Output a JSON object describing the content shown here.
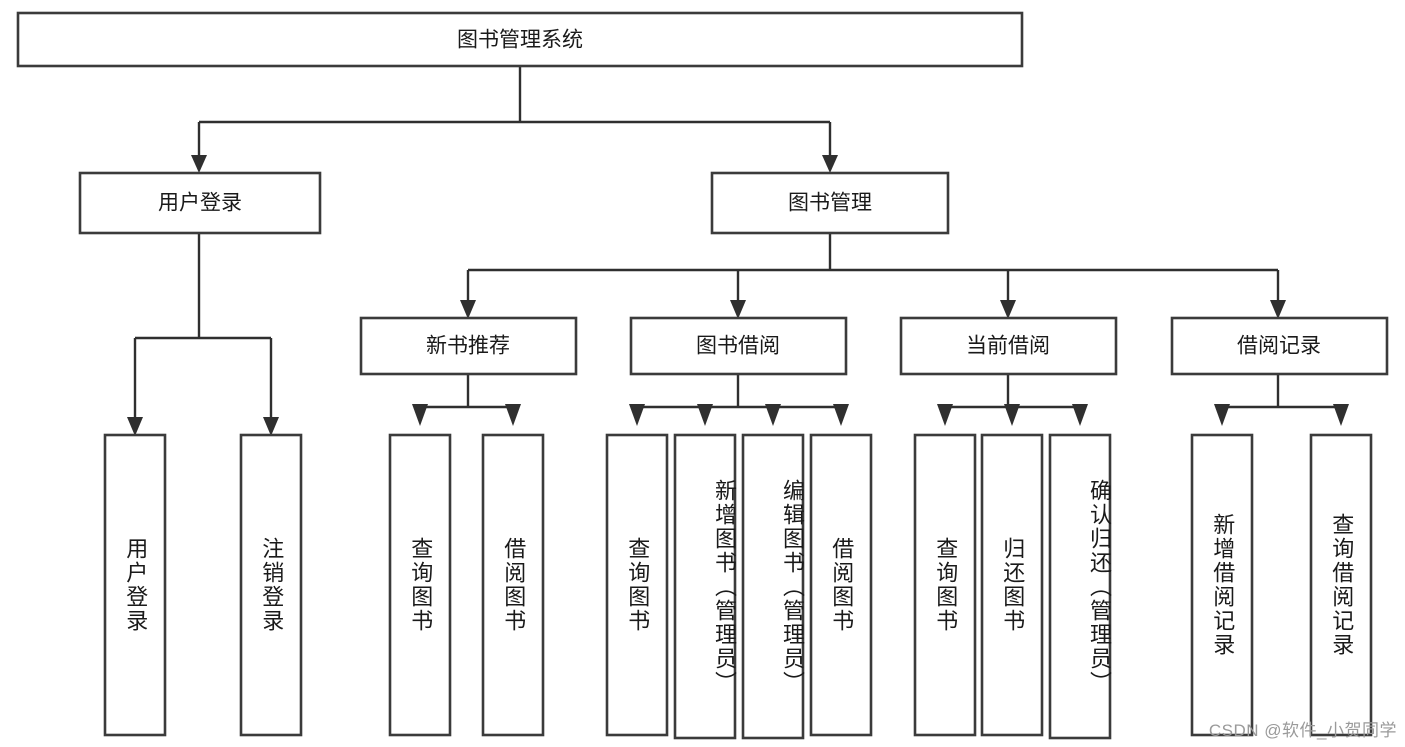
{
  "diagram": {
    "title": "图书管理系统",
    "type": "tree-hierarchy",
    "orientation": "top-down",
    "colors": {
      "background": "#ffffff",
      "box_fill": "#ffffff",
      "box_stroke": "#3b3b3b",
      "connector": "#2f2f2f",
      "text": "#1a1a1a",
      "watermark": "#9a9a9a"
    },
    "root": {
      "label": "图书管理系统"
    },
    "level1": [
      {
        "id": "user-login",
        "label": "用户登录"
      },
      {
        "id": "book-management",
        "label": "图书管理"
      }
    ],
    "level2": [
      {
        "id": "new-book-recommend",
        "label": "新书推荐",
        "parent": "book-management"
      },
      {
        "id": "book-borrow",
        "label": "图书借阅",
        "parent": "book-management"
      },
      {
        "id": "current-borrow",
        "label": "当前借阅",
        "parent": "book-management"
      },
      {
        "id": "borrow-record",
        "label": "借阅记录",
        "parent": "book-management"
      }
    ],
    "leaves": {
      "user-login": [
        {
          "id": "leaf-user-login",
          "label": "用户登录"
        },
        {
          "id": "leaf-user-logout",
          "label": "注销登录"
        }
      ],
      "new-book-recommend": [
        {
          "id": "leaf-query-book-1",
          "label": "查询图书"
        },
        {
          "id": "leaf-borrow-book-1",
          "label": "借阅图书"
        }
      ],
      "book-borrow": [
        {
          "id": "leaf-query-book-2",
          "label": "查询图书"
        },
        {
          "id": "leaf-add-book-admin",
          "label": "新增图书（管理员）"
        },
        {
          "id": "leaf-edit-book-admin",
          "label": "编辑图书（管理员）"
        },
        {
          "id": "leaf-borrow-book-2",
          "label": "借阅图书"
        }
      ],
      "current-borrow": [
        {
          "id": "leaf-query-book-3",
          "label": "查询图书"
        },
        {
          "id": "leaf-return-book",
          "label": "归还图书"
        },
        {
          "id": "leaf-confirm-return-admin",
          "label": "确认归还（管理员）"
        }
      ],
      "borrow-record": [
        {
          "id": "leaf-add-borrow-record",
          "label": "新增借阅记录"
        },
        {
          "id": "leaf-query-borrow-record",
          "label": "查询借阅记录"
        }
      ]
    },
    "watermark": "CSDN @软件_小贺同学"
  }
}
